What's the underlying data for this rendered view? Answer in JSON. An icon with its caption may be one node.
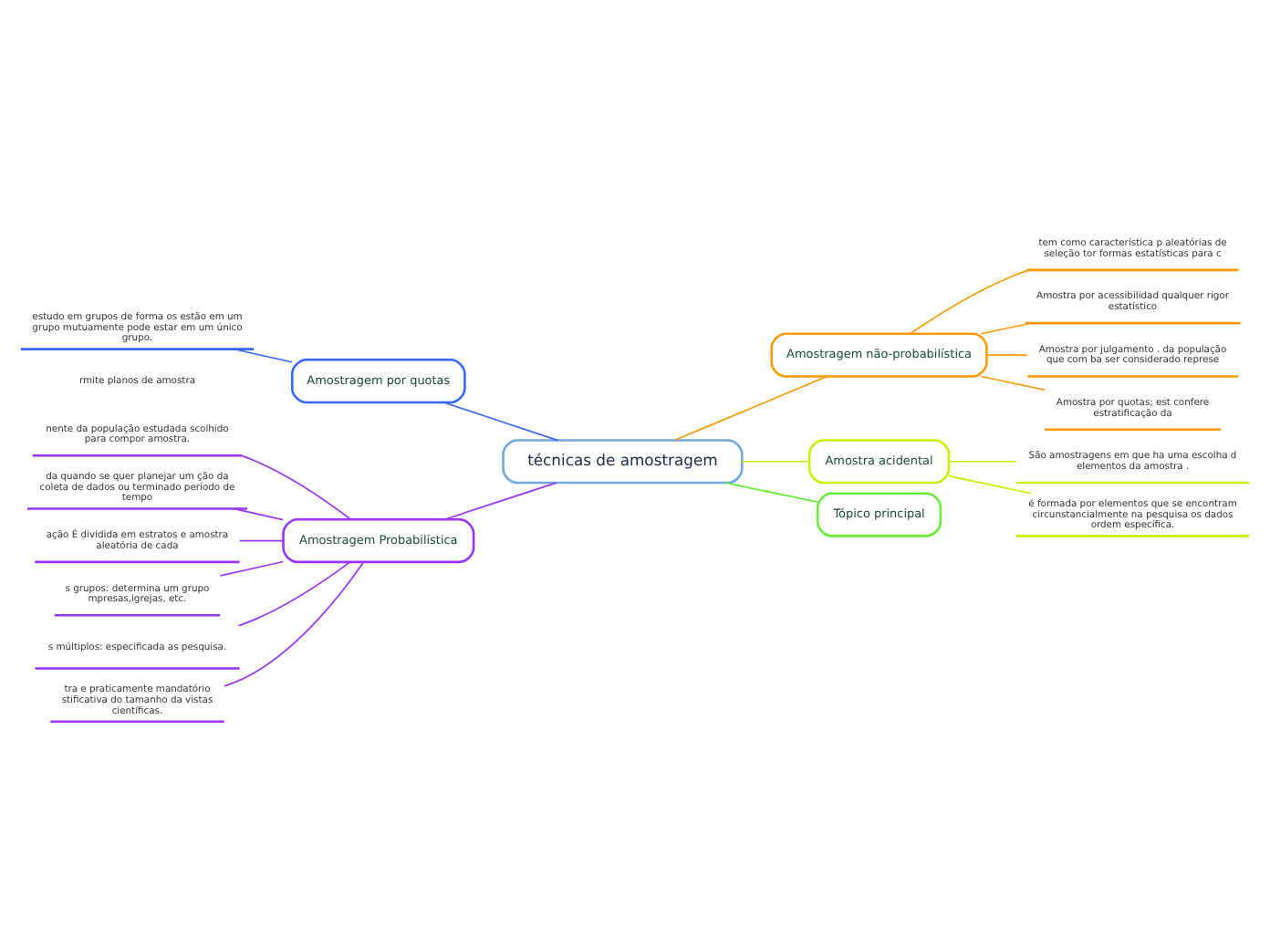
{
  "diagram": {
    "nodes": [
      {
        "text": [
          "técnicas de amostragem"
        ]
      },
      {
        "text": [
          "Amostragem por quotas"
        ]
      },
      {
        "text": [
          "estudo em grupos de forma os estão em um grupo mutuamente pode estar em um único grupo."
        ]
      },
      {
        "text": [
          "Amostragem Probabilística"
        ]
      },
      {
        "text": [
          "nente da população estudada scolhido para compor amostra."
        ]
      },
      {
        "text": [
          "da quando se quer planejar um ção da coleta de dados ou terminado período de tempo"
        ]
      },
      {
        "text": [
          "ação É dividida em estratos e amostra aleatória de cada"
        ]
      },
      {
        "text": [
          "s grupos: determina um grupo mpresas,igrejas, etc."
        ]
      },
      {
        "text": [
          "s múltiplos: especificada as pesquisa."
        ]
      },
      {
        "text": [
          "tra e praticamente mandatório stificativa do tamanho da vistas científicas."
        ]
      },
      {
        "text": [
          "Amostragem não-probabilística"
        ]
      },
      {
        "text": [
          "tem como característica p aleatórias de seleção tor formas estatísticas para c"
        ]
      },
      {
        "text": [
          "Amostra por acessibilidad qualquer rigor estatístico"
        ]
      },
      {
        "text": [
          "Amostra por julgamento . da população que com ba ser considerado represe"
        ]
      },
      {
        "text": [
          "Amostra por quotas; est confere estratificação da"
        ]
      },
      {
        "text": [
          "Amostra acidental"
        ]
      },
      {
        "text": [
          "São amostragens em que ha uma escolha d elementos da amostra ."
        ]
      },
      {
        "text": [
          "é formada por elementos que se encontram circunstancialmente na pesquisa os dados ordem específica."
        ]
      },
      {
        "text": [
          "Tópico principal"
        ]
      }
    ],
    "edges": [
      {
        "from": 0,
        "to": 1,
        "arrow": "none",
        "color": "#3366ff"
      },
      {
        "from": 1,
        "to": 2,
        "arrow": "none",
        "color": "#3366ff"
      },
      {
        "from": 0,
        "to": 3,
        "arrow": "none",
        "color": "#9933ff"
      },
      {
        "from": 3,
        "to": 4,
        "arrow": "none",
        "color": "#9933ff"
      },
      {
        "from": 3,
        "to": 5,
        "arrow": "none",
        "color": "#9933ff"
      },
      {
        "from": 3,
        "to": 6,
        "arrow": "none",
        "color": "#9933ff"
      },
      {
        "from": 3,
        "to": 7,
        "arrow": "none",
        "color": "#9933ff"
      },
      {
        "from": 3,
        "to": 8,
        "arrow": "none",
        "color": "#9933ff"
      },
      {
        "from": 3,
        "to": 9,
        "arrow": "none",
        "color": "#9933ff"
      },
      {
        "from": 0,
        "to": 10,
        "arrow": "none",
        "color": "#ff9900"
      },
      {
        "from": 10,
        "to": 11,
        "arrow": "none",
        "color": "#ff9900"
      },
      {
        "from": 10,
        "to": 12,
        "arrow": "none",
        "color": "#ff9900"
      },
      {
        "from": 10,
        "to": 13,
        "arrow": "none",
        "color": "#ff9900"
      },
      {
        "from": 10,
        "to": 14,
        "arrow": "none",
        "color": "#ff9900"
      },
      {
        "from": 0,
        "to": 15,
        "arrow": "none",
        "color": "#ccee00"
      },
      {
        "from": 15,
        "to": 16,
        "arrow": "none",
        "color": "#ccee00"
      },
      {
        "from": 15,
        "to": 17,
        "arrow": "none",
        "color": "#ccee00"
      },
      {
        "from": 0,
        "to": 18,
        "arrow": "none",
        "color": "#66ee33"
      }
    ],
    "labels": [
      "rmite planos de amostra"
    ]
  }
}
